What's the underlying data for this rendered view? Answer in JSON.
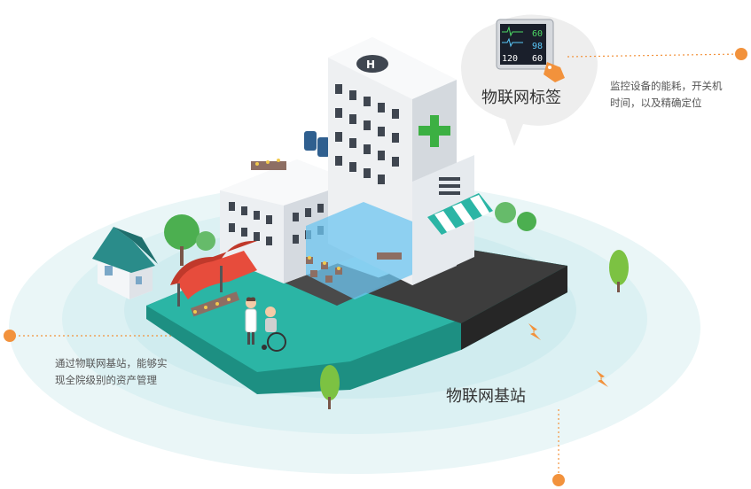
{
  "labels": {
    "tag_label": "物联网标签",
    "station_label": "物联网基站"
  },
  "descriptions": {
    "tag_line1": "监控设备的能耗，开关机",
    "tag_line2": "时间，以及精确定位",
    "station_line1": "通过物联网基站，能够实",
    "station_line2": "现全院级别的资产管理"
  },
  "monitor": {
    "reading_top": "60",
    "reading_mid": "98",
    "reading_bottom_left": "120",
    "reading_bottom_right": "60"
  },
  "helipad_letter": "H",
  "colors": {
    "accent_orange": "#f2923c",
    "ring": "#dff3f4",
    "teal": "#2bb5a5",
    "teal_dark": "#1d8f82",
    "building": "#eef0f2",
    "cross": "#3cb043"
  }
}
